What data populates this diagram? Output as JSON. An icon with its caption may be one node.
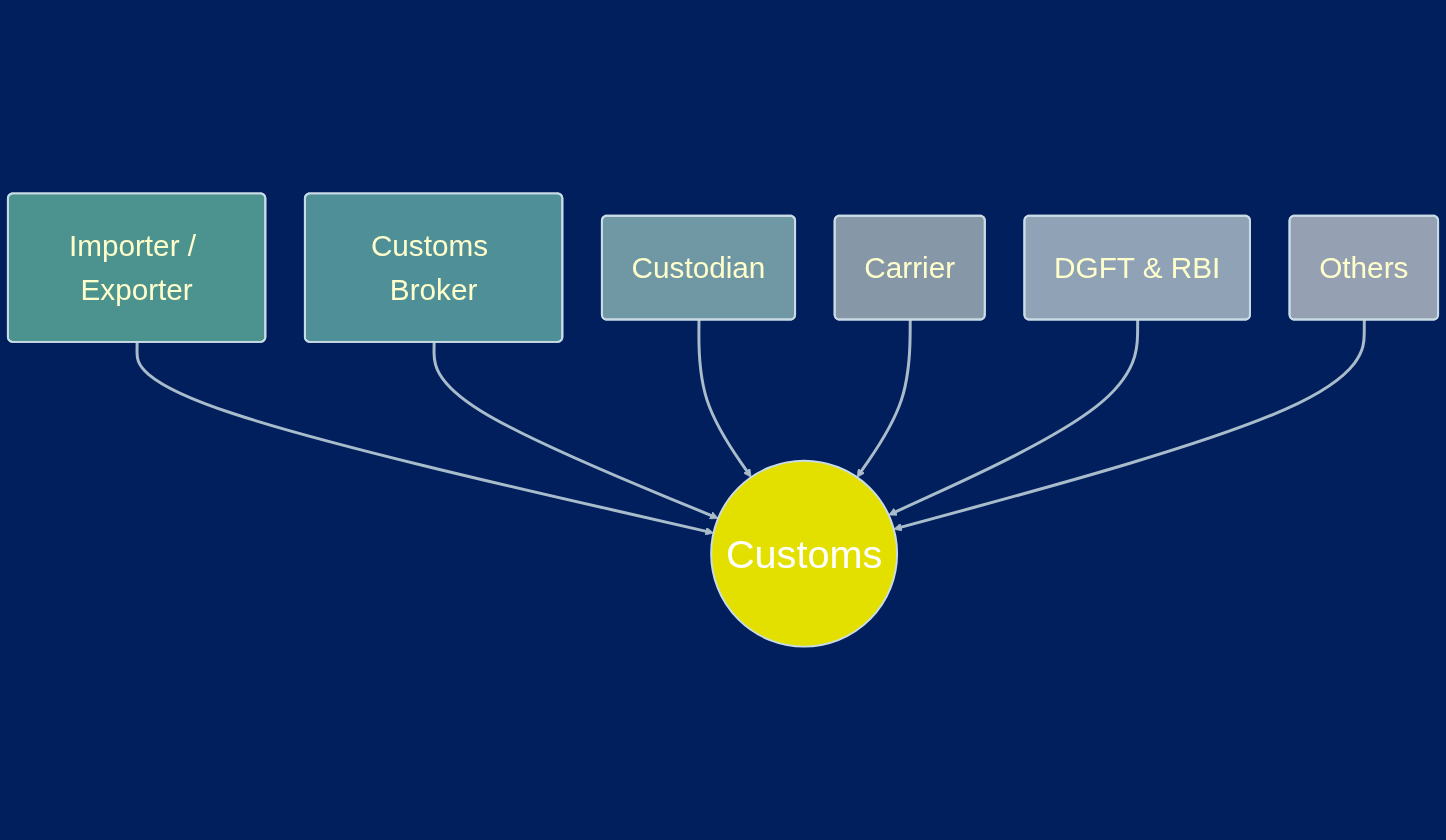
{
  "diagram": {
    "nodes": [
      {
        "text": [
          "Custodian"
        ]
      },
      {
        "text": [
          "Carrier"
        ]
      },
      {
        "text": [
          "Customs Broker"
        ]
      },
      {
        "text": [
          "DGFT & RBI"
        ]
      },
      {
        "text": [
          "Importer / Exporter"
        ]
      },
      {
        "text": [
          "Customs"
        ]
      },
      {
        "text": [
          "Others"
        ]
      }
    ],
    "edges": [
      {
        "from": 4,
        "to": 5,
        "arrow": "to"
      },
      {
        "from": 2,
        "to": 5,
        "arrow": "to"
      },
      {
        "from": 0,
        "to": 5,
        "arrow": "to"
      },
      {
        "from": 1,
        "to": 5,
        "arrow": "to"
      },
      {
        "from": 3,
        "to": 5,
        "arrow": "to"
      },
      {
        "from": 6,
        "to": 5,
        "arrow": "to"
      }
    ]
  }
}
